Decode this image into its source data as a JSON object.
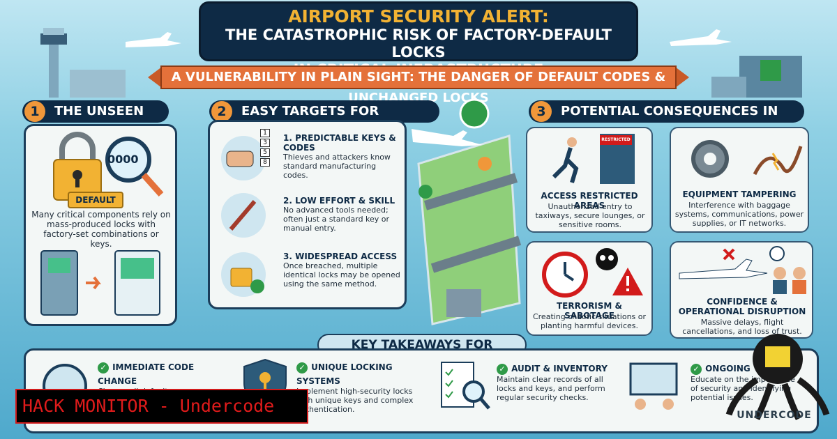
{
  "header": {
    "title_line1": "AIRPORT SECURITY ALERT:",
    "title_line2": "THE CATASTROPHIC RISK OF FACTORY-DEFAULT LOCKS",
    "title_line3": "IN CRITICAL INFRASTRUCTURE"
  },
  "ribbon": "A VULNERABILITY IN PLAIN SIGHT: THE DANGER OF DEFAULT CODES & UNCHANGED LOCKS",
  "sections": [
    {
      "num": "1",
      "title": "THE UNSEEN RISK"
    },
    {
      "num": "2",
      "title": "EASY TARGETS FOR EXPLOITATION"
    },
    {
      "num": "3",
      "title": "POTENTIAL CONSEQUENCES IN AIRPORTS"
    }
  ],
  "unseen_risk": {
    "code": "0000",
    "default_tag": "DEFAULT",
    "description": "Many critical components rely on mass-produced locks with factory-set combinations or keys."
  },
  "targets": [
    {
      "title": "1. PREDICTABLE KEYS & CODES",
      "text": "Thieves and attackers know standard manufacturing codes."
    },
    {
      "title": "2. LOW EFFORT & SKILL",
      "text": "No advanced tools needed; often just a standard key or manual entry."
    },
    {
      "title": "3. WIDESPREAD ACCESS",
      "text": "Once breached, multiple identical locks may be opened using the same method."
    }
  ],
  "keypad_digits": [
    "1",
    "3",
    "5",
    "8"
  ],
  "consequences": [
    {
      "title": "ACCESS RESTRICTED AREAS",
      "text": "Unauthorized entry to taxiways, secure lounges, or sensitive rooms.",
      "sign": "RESTRICTED"
    },
    {
      "title": "EQUIPMENT TAMPERING",
      "text": "Interference with baggage systems, communications, power supplies, or IT networks."
    },
    {
      "title": "TERRORISM & SABOTAGE",
      "text": "Creating chaotic situations or planting harmful devices."
    },
    {
      "title": "CONFIDENCE & OPERATIONAL DISRUPTION",
      "text": "Massive delays, flight cancellations, and loss of trust."
    }
  ],
  "takeaways_title": "KEY TAKEAWAYS FOR SECURITY",
  "takeaways": [
    {
      "title": "IMMEDIATE CODE CHANGE",
      "text": "Change all default"
    },
    {
      "title": "UNIQUE LOCKING SYSTEMS",
      "text": "Implement high-security locks with unique keys and complex authentication."
    },
    {
      "title": "AUDIT & INVENTORY",
      "text": "Maintain clear records of all locks and keys, and perform regular security checks."
    },
    {
      "title": "ONGOING",
      "text": "Educate on the importance of security and identifying potential issues."
    }
  ],
  "watermark": "HACK MONITOR - Undercode",
  "logo_text": "UNDERCODE",
  "colors": {
    "navy": "#0e2a45",
    "orange": "#e4713a",
    "gold": "#f2b233",
    "green": "#2f9a48",
    "red": "#e01b1b"
  }
}
